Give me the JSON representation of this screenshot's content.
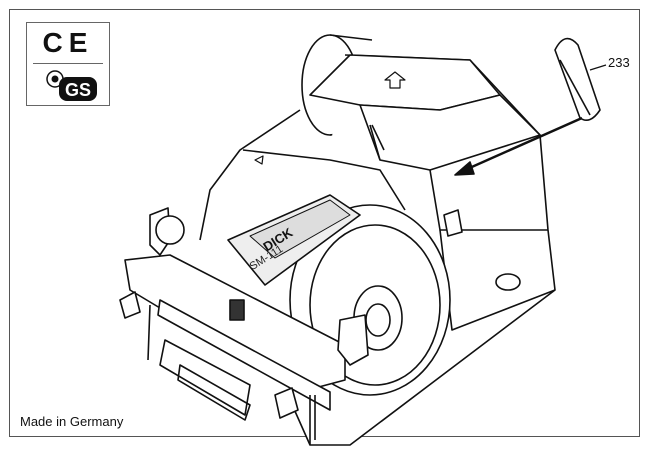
{
  "certification": {
    "ce_mark": "CE",
    "gs_mark": "GS"
  },
  "machine_label": {
    "brand": "DICK",
    "model": "SM-111"
  },
  "callout": {
    "number": "233"
  },
  "footer": {
    "origin": "Made in Germany"
  }
}
